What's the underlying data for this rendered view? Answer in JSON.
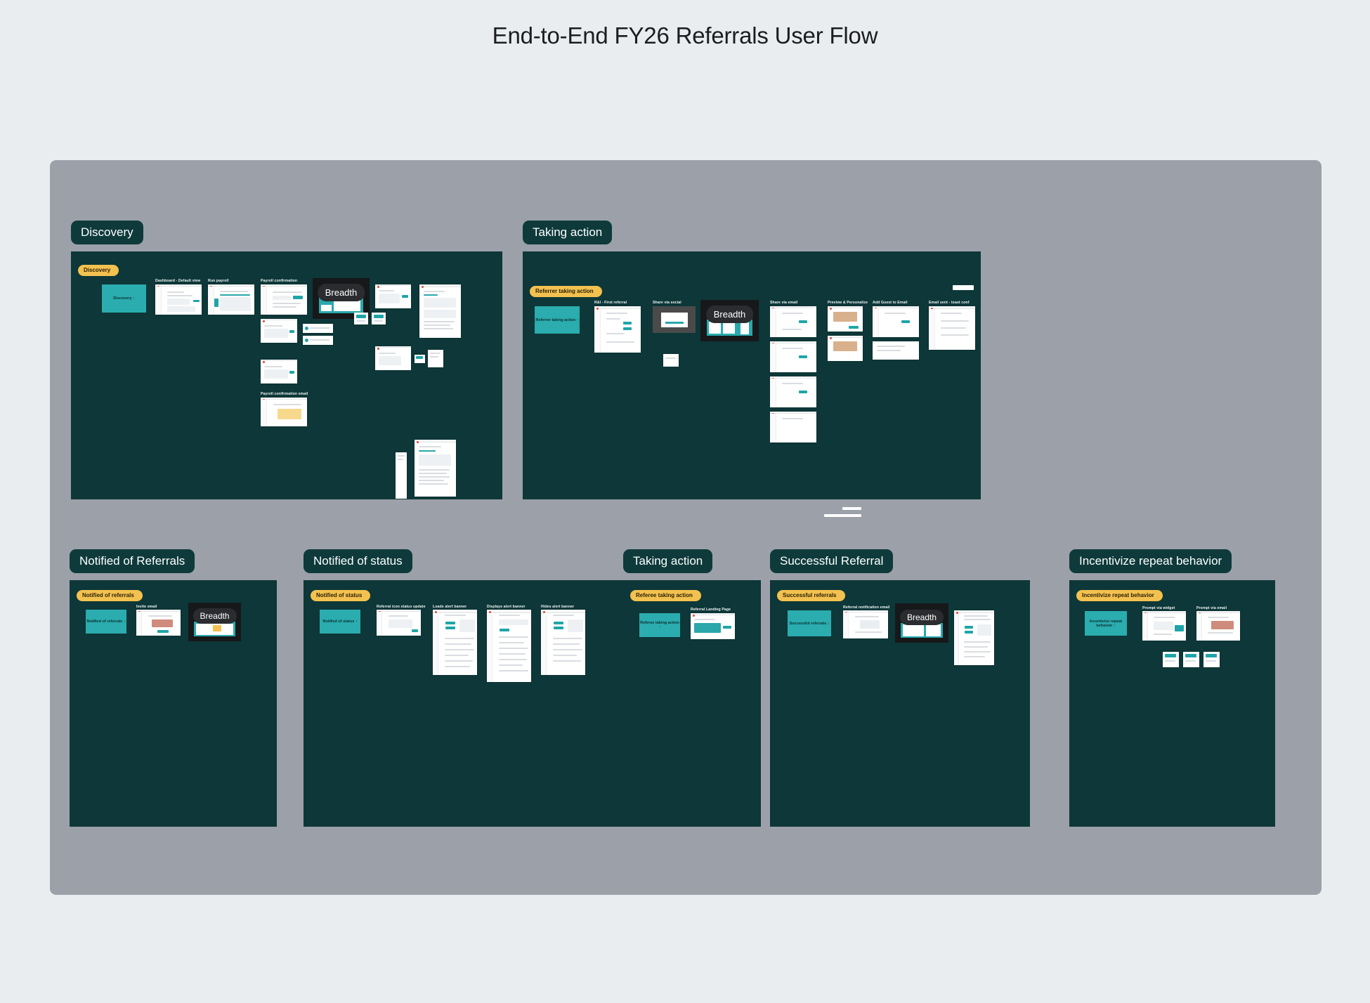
{
  "page": {
    "title": "End-to-End FY26 Referrals User Flow",
    "background_color": "#e9edf0",
    "canvas_color": "#9ca0a9",
    "frame_color": "#0d3738",
    "accent_teal": "#2bacae",
    "accent_yellow": "#f3c14f",
    "breadth_label": "Breadth"
  },
  "frames": [
    {
      "id": "discovery",
      "label": "Discovery",
      "pill": "Discovery",
      "hero": "Discovery ↑",
      "captions": [
        "Dashboard - Default view",
        "Run payroll",
        "Payroll confirmation",
        "Payroll confirmation email"
      ]
    },
    {
      "id": "taking-action-top",
      "label": "Taking action",
      "pill": "Referrer taking action",
      "hero": "Referrer taking action ↑",
      "captions": [
        "R&I - First referral",
        "Share via social",
        "Share via email",
        "Preview & Personalize",
        "Add Guest to Email",
        "Email sent - toast conf"
      ]
    },
    {
      "id": "notified-of-referrals",
      "label": "Notified of Referrals",
      "pill": "Notified of referrals",
      "hero": "Notified of referrals ↑",
      "captions": [
        "Invite email"
      ]
    },
    {
      "id": "notified-of-status",
      "label": "Notified of status",
      "pill": "Notified of status",
      "hero": "Notified of status ↑",
      "captions": [
        "Referral icon status update",
        "Loads alert banner",
        "Displays alert banner",
        "Hides alert banner"
      ]
    },
    {
      "id": "taking-action-bottom",
      "label": "Taking action",
      "pill": "Referee taking action",
      "hero": "Referee taking action ↑",
      "captions": [
        "Referral Landing Page"
      ]
    },
    {
      "id": "successful-referral",
      "label": "Successful Referral",
      "pill": "Successful referrals",
      "hero": "Successful referrals ↑",
      "captions": [
        "Referral notification email"
      ]
    },
    {
      "id": "incentivize-repeat-behavior",
      "label": "Incentivize repeat behavior",
      "pill": "Incentivize repeat behavior",
      "hero": "Incentivize repeat behavior ↑",
      "captions": [
        "Prompt via widget",
        "Prompt via email"
      ]
    }
  ]
}
